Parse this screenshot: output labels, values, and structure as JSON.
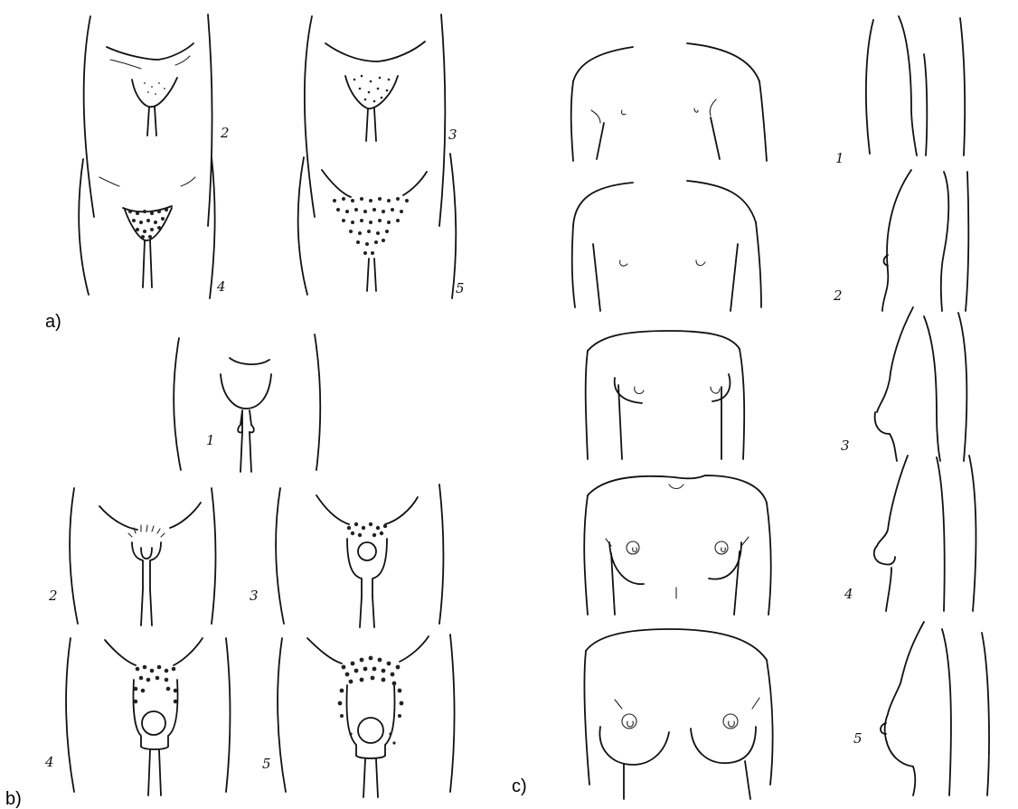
{
  "panels": [
    {
      "id": "a",
      "label": "a)",
      "stages": [
        "2",
        "3",
        "4",
        "5"
      ]
    },
    {
      "id": "b",
      "label": "b)",
      "stages": [
        "1",
        "2",
        "3",
        "4",
        "5"
      ]
    },
    {
      "id": "c",
      "label": "c)",
      "stages": [
        "1",
        "2",
        "3",
        "4",
        "5"
      ]
    }
  ]
}
